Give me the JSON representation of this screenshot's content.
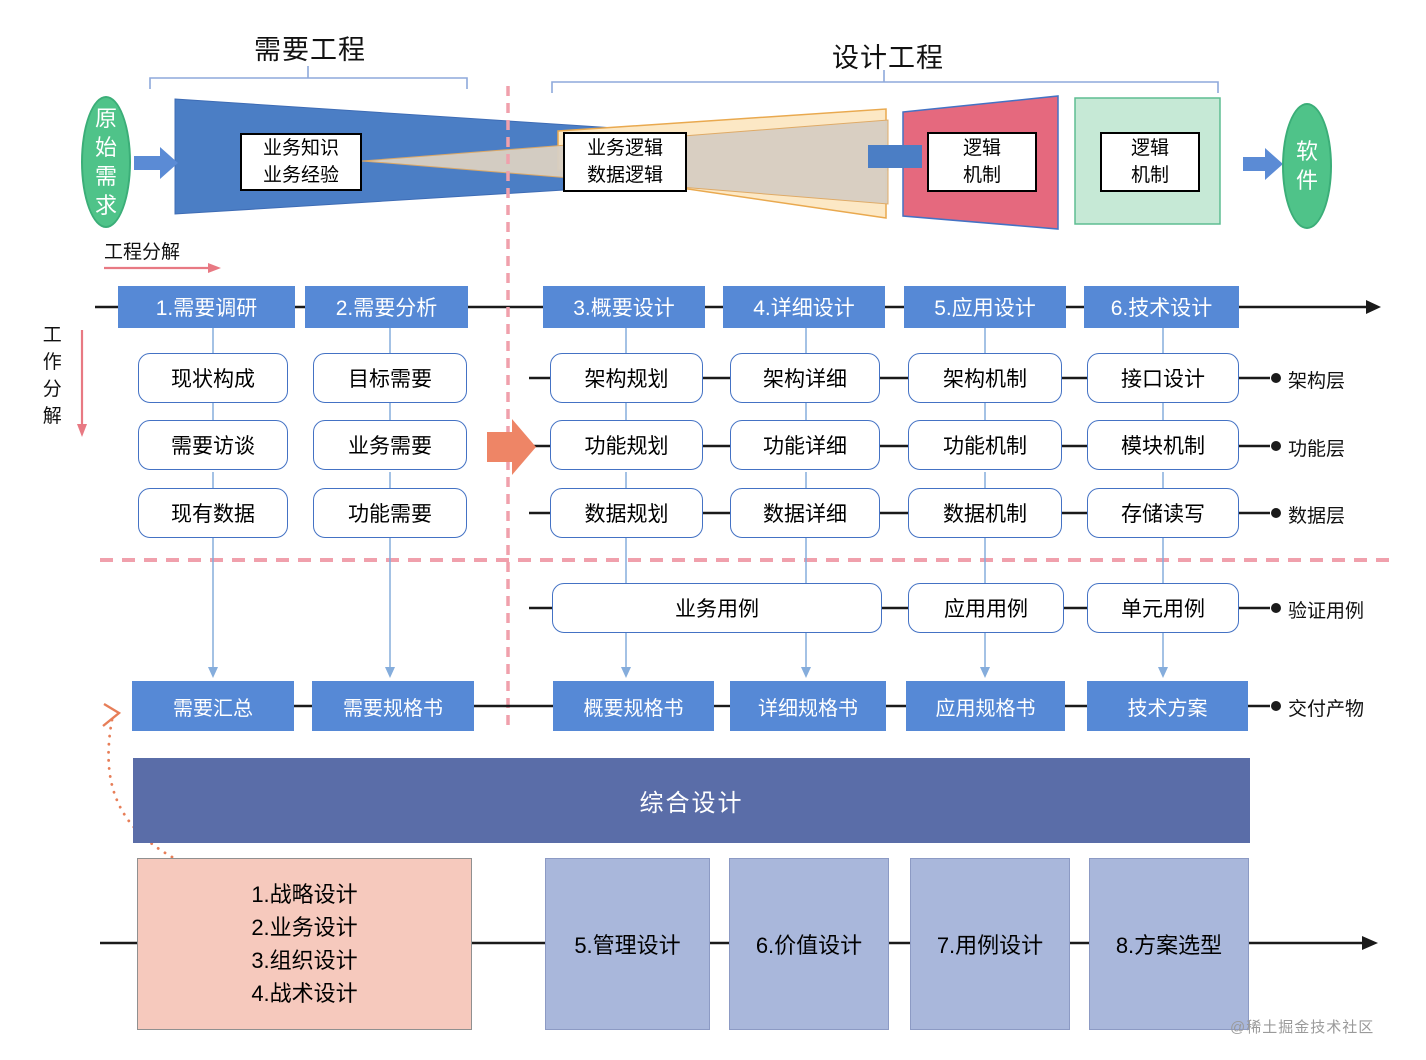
{
  "header": {
    "requirements_bracket": "需要工程",
    "design_bracket": "设计工程"
  },
  "flow": {
    "source": "原始需求",
    "knowledge_box": "业务知识\n业务经验",
    "logic_box": "业务逻辑\n数据逻辑",
    "mechanism_box_1": "逻辑\n机制",
    "mechanism_box_2": "逻辑\n机制",
    "target": "软件"
  },
  "decomposition": {
    "engineering": "工程分解",
    "work": "工作分解"
  },
  "phases": [
    "1.需要调研",
    "2.需要分析",
    "3.概要设计",
    "4.详细设计",
    "5.应用设计",
    "6.技术设计"
  ],
  "columns": [
    [
      "现状构成",
      "需要访谈",
      "现有数据"
    ],
    [
      "目标需要",
      "业务需要",
      "功能需要"
    ],
    [
      "架构规划",
      "功能规划",
      "数据规划"
    ],
    [
      "架构详细",
      "功能详细",
      "数据详细"
    ],
    [
      "架构机制",
      "功能机制",
      "数据机制"
    ],
    [
      "接口设计",
      "模块机制",
      "存储读写"
    ]
  ],
  "layers": [
    "架构层",
    "功能层",
    "数据层"
  ],
  "usecases": {
    "business": "业务用例",
    "application": "应用用例",
    "unit": "单元用例",
    "label": "验证用例"
  },
  "deliverables": {
    "items": [
      "需要汇总",
      "需要规格书",
      "概要规格书",
      "详细规格书",
      "应用规格书",
      "技术方案"
    ],
    "label": "交付产物"
  },
  "integrated_design": "综合设计",
  "bottom": {
    "strategy_box": "1.战略设计\n2.业务设计\n3.组织设计\n4.战术设计",
    "phases": [
      "5.管理设计",
      "6.价值设计",
      "7.用例设计",
      "8.方案选型"
    ]
  },
  "watermark": "@稀土掘金技术社区",
  "colors": {
    "process_blue": "#5689D6",
    "funnel_blue": "#4B7EC5",
    "funnel_orange": "#FCE8C5",
    "funnel_tan": "#D8CFC2",
    "mechanism_red": "#E5697E",
    "mechanism_green": "#C6E9D6",
    "ellipse_green": "#4FC389",
    "integrated_bar": "#5A6DA8",
    "bottom_box_blue": "#A9B7DB",
    "strategy_pink": "#F6C9BD",
    "divider_pink": "#F0A0AC",
    "accent_arrow_orange": "#EE8566",
    "connector_blue": "#85ADDC"
  }
}
